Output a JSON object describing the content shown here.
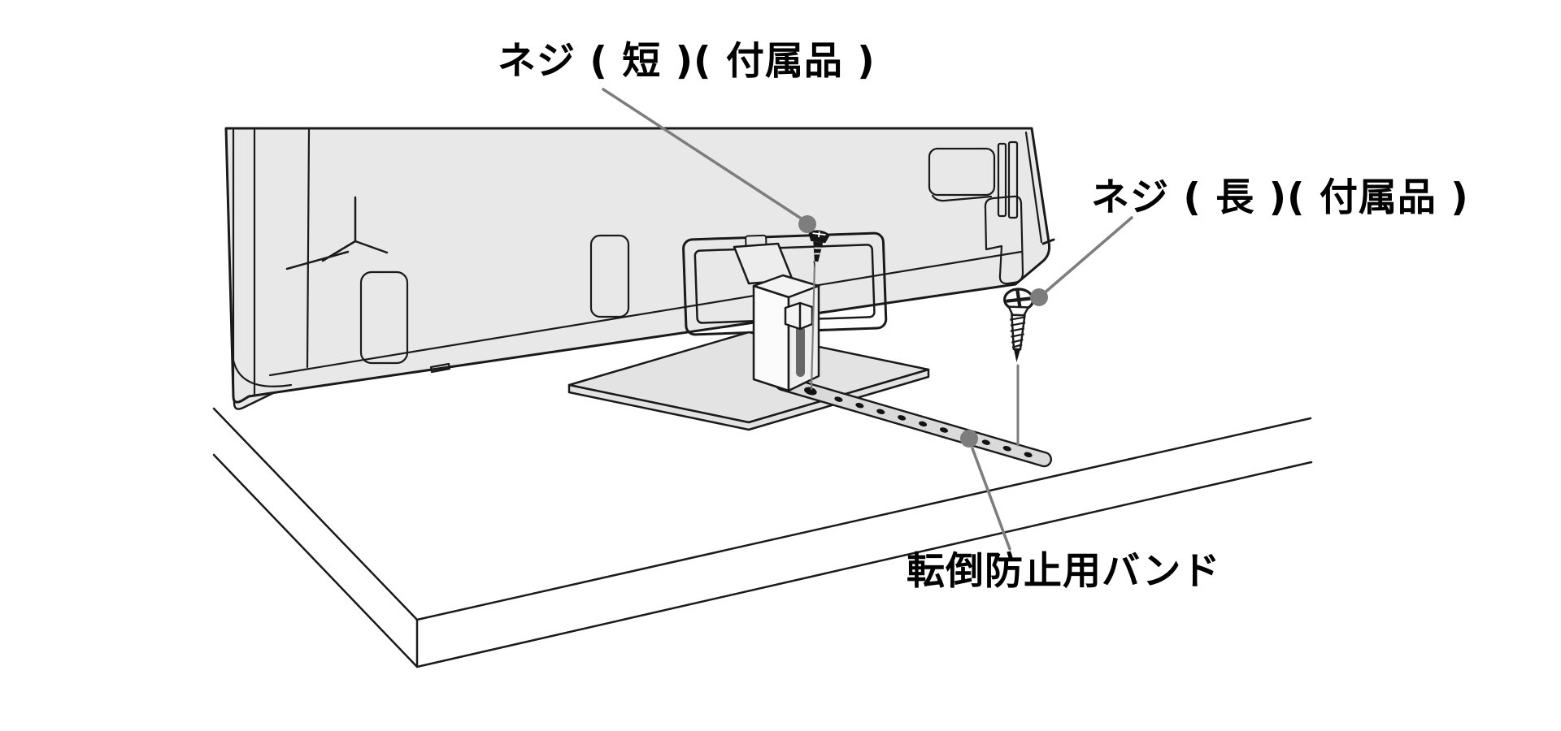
{
  "figure": {
    "type": "tv-anti-tip-installation-diagram",
    "labels": {
      "screw_short": "ネジ ( 短 )( 付属品 )",
      "screw_long": "ネジ ( 長 )( 付属品 )",
      "band": "転倒防止用バンド"
    },
    "colors": {
      "background": "#ffffff",
      "outline": "#1a1a1a",
      "tv_fill": "#e8e8e8",
      "plate_fill": "#e3e3e3",
      "band_fill": "#dadada",
      "leader": "#7d7d7d",
      "slot_fill": "#676767"
    }
  }
}
